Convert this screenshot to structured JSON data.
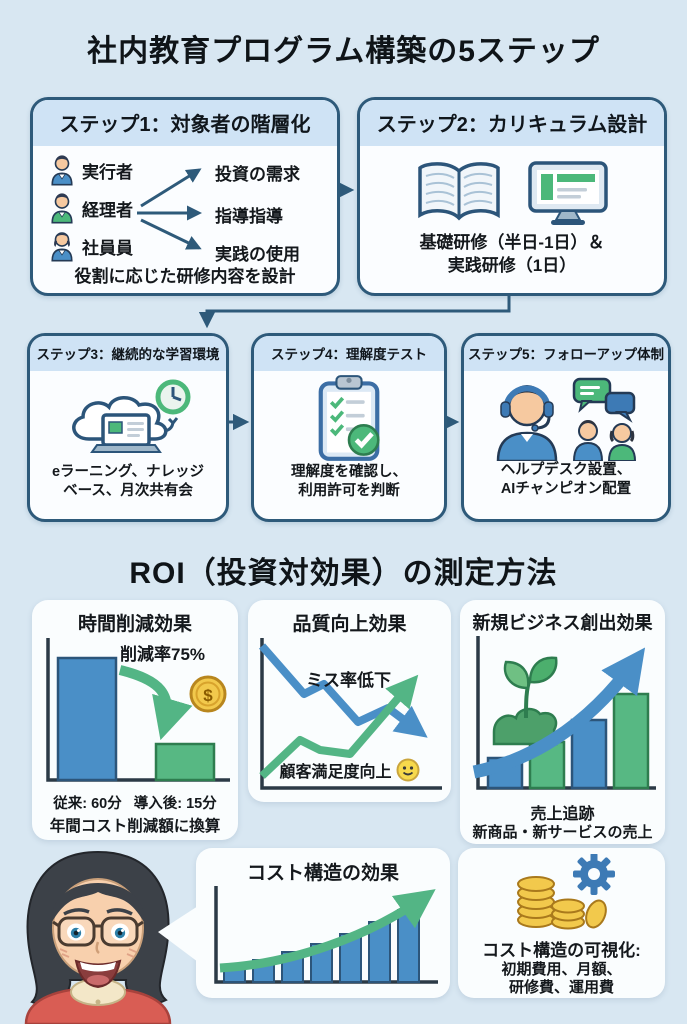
{
  "colors": {
    "background": "#d8e7f2",
    "box_border": "#2e5a7a",
    "box_header_bg": "#cfe3f5",
    "card_bg": "#fafdfe",
    "blue": "#4a8fc7",
    "green": "#53b585",
    "gold": "#f2c94c",
    "text": "#14181c"
  },
  "icons": {
    "dollar": "$",
    "names": [
      "person-icon",
      "open-book-icon",
      "monitor-icon",
      "cloud-laptop-icon",
      "clock-icon",
      "refresh-icon",
      "clipboard-check-icon",
      "headset-agent-icon",
      "chat-bubbles-icon",
      "people-icon",
      "coin-icon",
      "smiley-icon",
      "sprout-icon",
      "coins-stack-icon",
      "gear-icon",
      "growth-arrow-icon",
      "decline-arrow-icon"
    ]
  },
  "section1": {
    "title": "社内教育プログラム構築の5ステップ",
    "step1": {
      "header": "ステップ1：対象者の階層化",
      "roles": [
        {
          "name": "実行者",
          "result": "投資の需求"
        },
        {
          "name": "経理者",
          "result": "指導指導"
        },
        {
          "name": "社員員",
          "result": "実践の使用"
        }
      ],
      "footer": "役割に応じた研修内容を設計"
    },
    "step2": {
      "header": "ステップ2：カリキュラム設計",
      "line1": "基礎研修（半日-1日）＆",
      "line2": "実践研修（1日）"
    },
    "step3": {
      "header": "ステップ3：継続的な学習環境",
      "line1": "eラーニング、ナレッジ",
      "line2": "ベース、月次共有会"
    },
    "step4": {
      "header": "ステップ4：理解度テスト",
      "line1": "理解度を確認し、",
      "line2": "利用許可を判断"
    },
    "step5": {
      "header": "ステップ5：フォローアップ体制",
      "line1": "ヘルプデスク設置、",
      "line2": "AIチャンピオン配置"
    }
  },
  "section2": {
    "title": "ROI（投資対効果）の測定方法",
    "time": {
      "title": "時間削減効果",
      "rate": "削減率75%",
      "before": "従来: 60分",
      "after": "導入後: 15分",
      "caption": "年間コスト削減額に換算"
    },
    "quality": {
      "title": "品質向上効果",
      "label_top": "ミス率低下",
      "label_bottom": "顧客満足度向上"
    },
    "newbiz": {
      "title": "新規ビジネス創出効果",
      "caption1": "売上追跡",
      "caption2": "新商品・新サービスの売上"
    },
    "cost_effect": {
      "title": "コスト構造の効果"
    },
    "cost_visibility": {
      "title": "コスト構造の可視化:",
      "line1": "初期費用、月額、",
      "line2": "研修費、運用費"
    }
  }
}
